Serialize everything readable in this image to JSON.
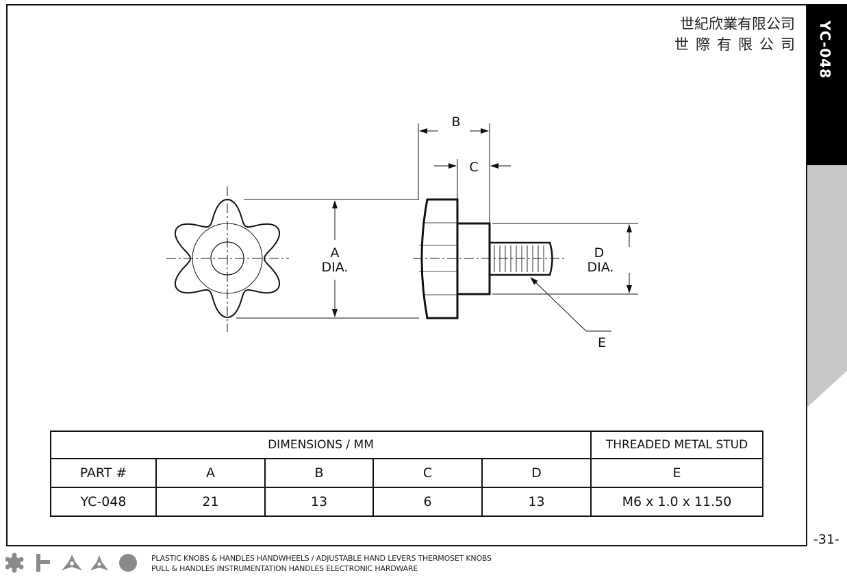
{
  "header": {
    "company_line1": "世紀欣業有限公司",
    "company_line2": "世際有限公司"
  },
  "side_tab": {
    "code": "YC-048"
  },
  "drawing": {
    "labels": {
      "a": "A",
      "a_dia": "DIA.",
      "b": "B",
      "c": "C",
      "d": "D",
      "d_dia": "DIA.",
      "e": "E"
    }
  },
  "table": {
    "group_headers": [
      "DIMENSIONS / MM",
      "THREADED METAL STUD"
    ],
    "columns": [
      "PART #",
      "A",
      "B",
      "C",
      "D",
      "E"
    ],
    "rows": [
      [
        "YC-048",
        "21",
        "13",
        "6",
        "13",
        "M6 x 1.0 x 11.50"
      ]
    ]
  },
  "page_number": "-31-",
  "footer": {
    "line1": "PLASTIC KNOBS & HANDLES HANDWHEELS / ADJUSTABLE HAND LEVERS THERMOSET KNOBS",
    "line2": "PULL & HANDLES INSTRUMENTATION HANDLES ELECTRONIC HARDWARE",
    "icons": [
      "knob-icon",
      "lever-icon",
      "three-lobe-knob-icon",
      "three-lobe-knob-icon",
      "handwheel-icon"
    ]
  }
}
